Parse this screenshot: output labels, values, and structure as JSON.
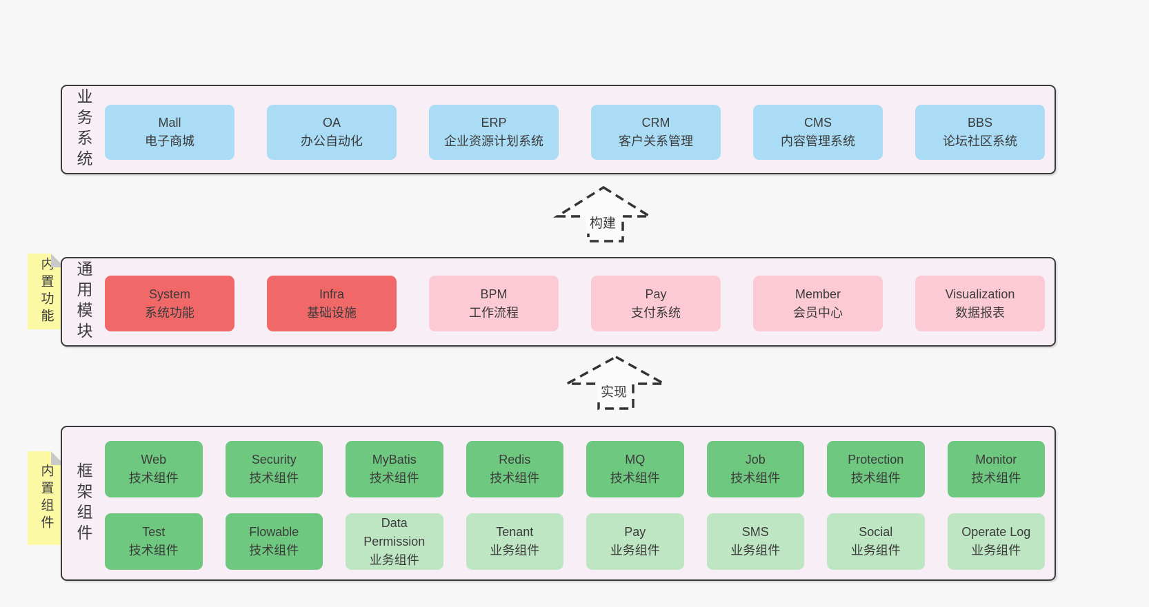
{
  "colors": {
    "page_background": "#f7f7f7",
    "layer_background": "#f7eef6",
    "layer_border": "#3a3a3a",
    "business_box_blue": "#abdcf6",
    "core_module_box_red": "#f16868",
    "module_box_pink": "#fccad4",
    "tech_component_box_green": "#6ec87f",
    "biz_component_box_light_green": "#bee6c3",
    "sticky_note_yellow": "#fbf9a3",
    "text": "#3c3c3c"
  },
  "arrows": {
    "build": "构建",
    "implement": "实现"
  },
  "layers": {
    "business": {
      "title": "业务系统",
      "boxes": [
        {
          "name": "Mall",
          "desc": "电子商城"
        },
        {
          "name": "OA",
          "desc": "办公自动化"
        },
        {
          "name": "ERP",
          "desc": "企业资源计划系统"
        },
        {
          "name": "CRM",
          "desc": "客户关系管理"
        },
        {
          "name": "CMS",
          "desc": "内容管理系统"
        },
        {
          "name": "BBS",
          "desc": "论坛社区系统"
        }
      ]
    },
    "modules": {
      "title": "通用模块",
      "sticky": "内置功能",
      "boxes": [
        {
          "name": "System",
          "desc": "系统功能"
        },
        {
          "name": "Infra",
          "desc": "基础设施"
        },
        {
          "name": "BPM",
          "desc": "工作流程"
        },
        {
          "name": "Pay",
          "desc": "支付系统"
        },
        {
          "name": "Member",
          "desc": "会员中心"
        },
        {
          "name": "Visualization",
          "desc": "数据报表"
        }
      ]
    },
    "components": {
      "title": "框架组件",
      "sticky": "内置组件",
      "row1": [
        {
          "name": "Web",
          "desc": "技术组件"
        },
        {
          "name": "Security",
          "desc": "技术组件"
        },
        {
          "name": "MyBatis",
          "desc": "技术组件"
        },
        {
          "name": "Redis",
          "desc": "技术组件"
        },
        {
          "name": "MQ",
          "desc": "技术组件"
        },
        {
          "name": "Job",
          "desc": "技术组件"
        },
        {
          "name": "Protection",
          "desc": "技术组件"
        },
        {
          "name": "Monitor",
          "desc": "技术组件"
        }
      ],
      "row2": [
        {
          "name": "Test",
          "desc": "技术组件"
        },
        {
          "name": "Flowable",
          "desc": "技术组件"
        },
        {
          "name": "Data Permission",
          "desc": "业务组件"
        },
        {
          "name": "Tenant",
          "desc": "业务组件"
        },
        {
          "name": "Pay",
          "desc": "业务组件"
        },
        {
          "name": "SMS",
          "desc": "业务组件"
        },
        {
          "name": "Social",
          "desc": "业务组件"
        },
        {
          "name": "Operate Log",
          "desc": "业务组件"
        }
      ]
    }
  }
}
